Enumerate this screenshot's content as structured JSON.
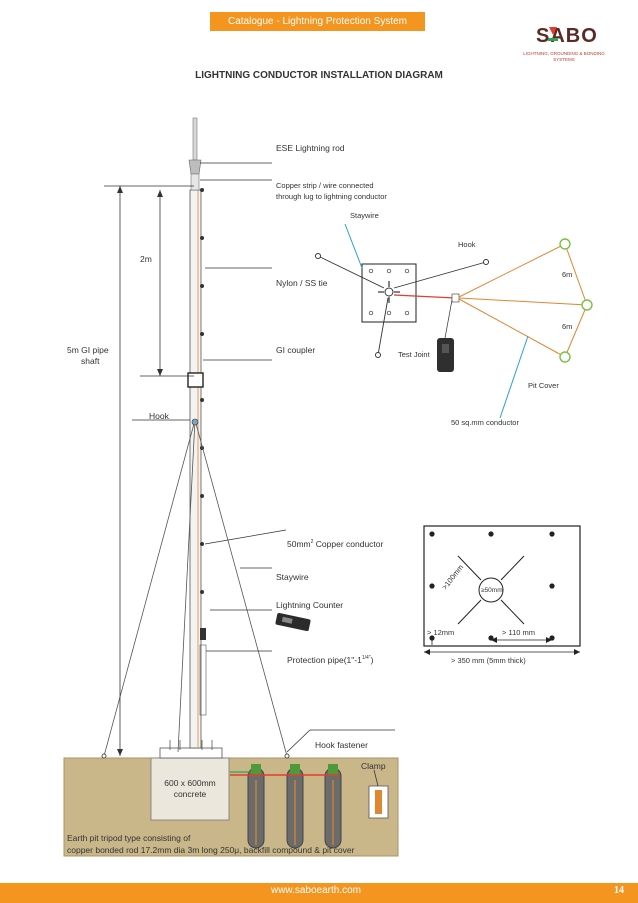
{
  "header": {
    "catalogue_title": "Catalogue - Lightning Protection System",
    "logo_text": "SABO",
    "logo_subtitle": "LIGHTNING, GROUNDING & BONDING SYSTEMS"
  },
  "diagram": {
    "title": "LIGHTNING CONDUCTOR INSTALLATION DIAGRAM",
    "labels": {
      "ese_rod": "ESE Lightning rod",
      "copper_strip_line1": "Copper strip / wire  connected",
      "copper_strip_line2": "through lug to lightning conductor",
      "staywire_top": "Staywire",
      "hook_top": "Hook",
      "six_m_1": "6m",
      "six_m_2": "6m",
      "nylon": "Nylon / SS tie",
      "two_m": "2m",
      "gi_pipe_line1": "5m GI pipe",
      "gi_pipe_line2": "shaft",
      "gi_coupler": "GI coupler",
      "test_joint": "Test Joint",
      "pit_cover": "Pit Cover",
      "hook_left": "Hook",
      "conductor_50": "50 sq.mm conductor",
      "copper_conductor": "50mm",
      "copper_conductor_sup": "2",
      "copper_conductor_rest": " Copper conductor",
      "staywire_mid": "Staywire",
      "lightning_counter": "Lightning Counter",
      "protection_pipe": "Protection pipe(1\"-1",
      "protection_pipe_sup": "1/4\"",
      "protection_pipe_end": ")",
      "hook_fastener": "Hook fastener",
      "clamp": "Clamp",
      "concrete_line1": "600 x 600mm",
      "concrete_line2": "concrete",
      "earth_pit_line1": "Earth pit tripod type consisting of",
      "earth_pit_line2": "copper bonded rod 17.2mm dia 3m long 250μ, backfill compound & pit cover"
    },
    "base_plate": {
      "diag": ">100mm",
      "hole": "≥50mm",
      "left_dim": "> 12mm",
      "right_dim": "> 110  mm",
      "bottom_dim": "> 350 mm (5mm thick)"
    }
  },
  "footer": {
    "url": "www.saboearth.com",
    "page": "14"
  },
  "colors": {
    "accent": "#f4951f",
    "copper": "#e0862f",
    "staywire": "#2a9fd6",
    "brand": "#5b2a25",
    "soil": "#c9b78a",
    "pit_cover": "#7ac143"
  }
}
